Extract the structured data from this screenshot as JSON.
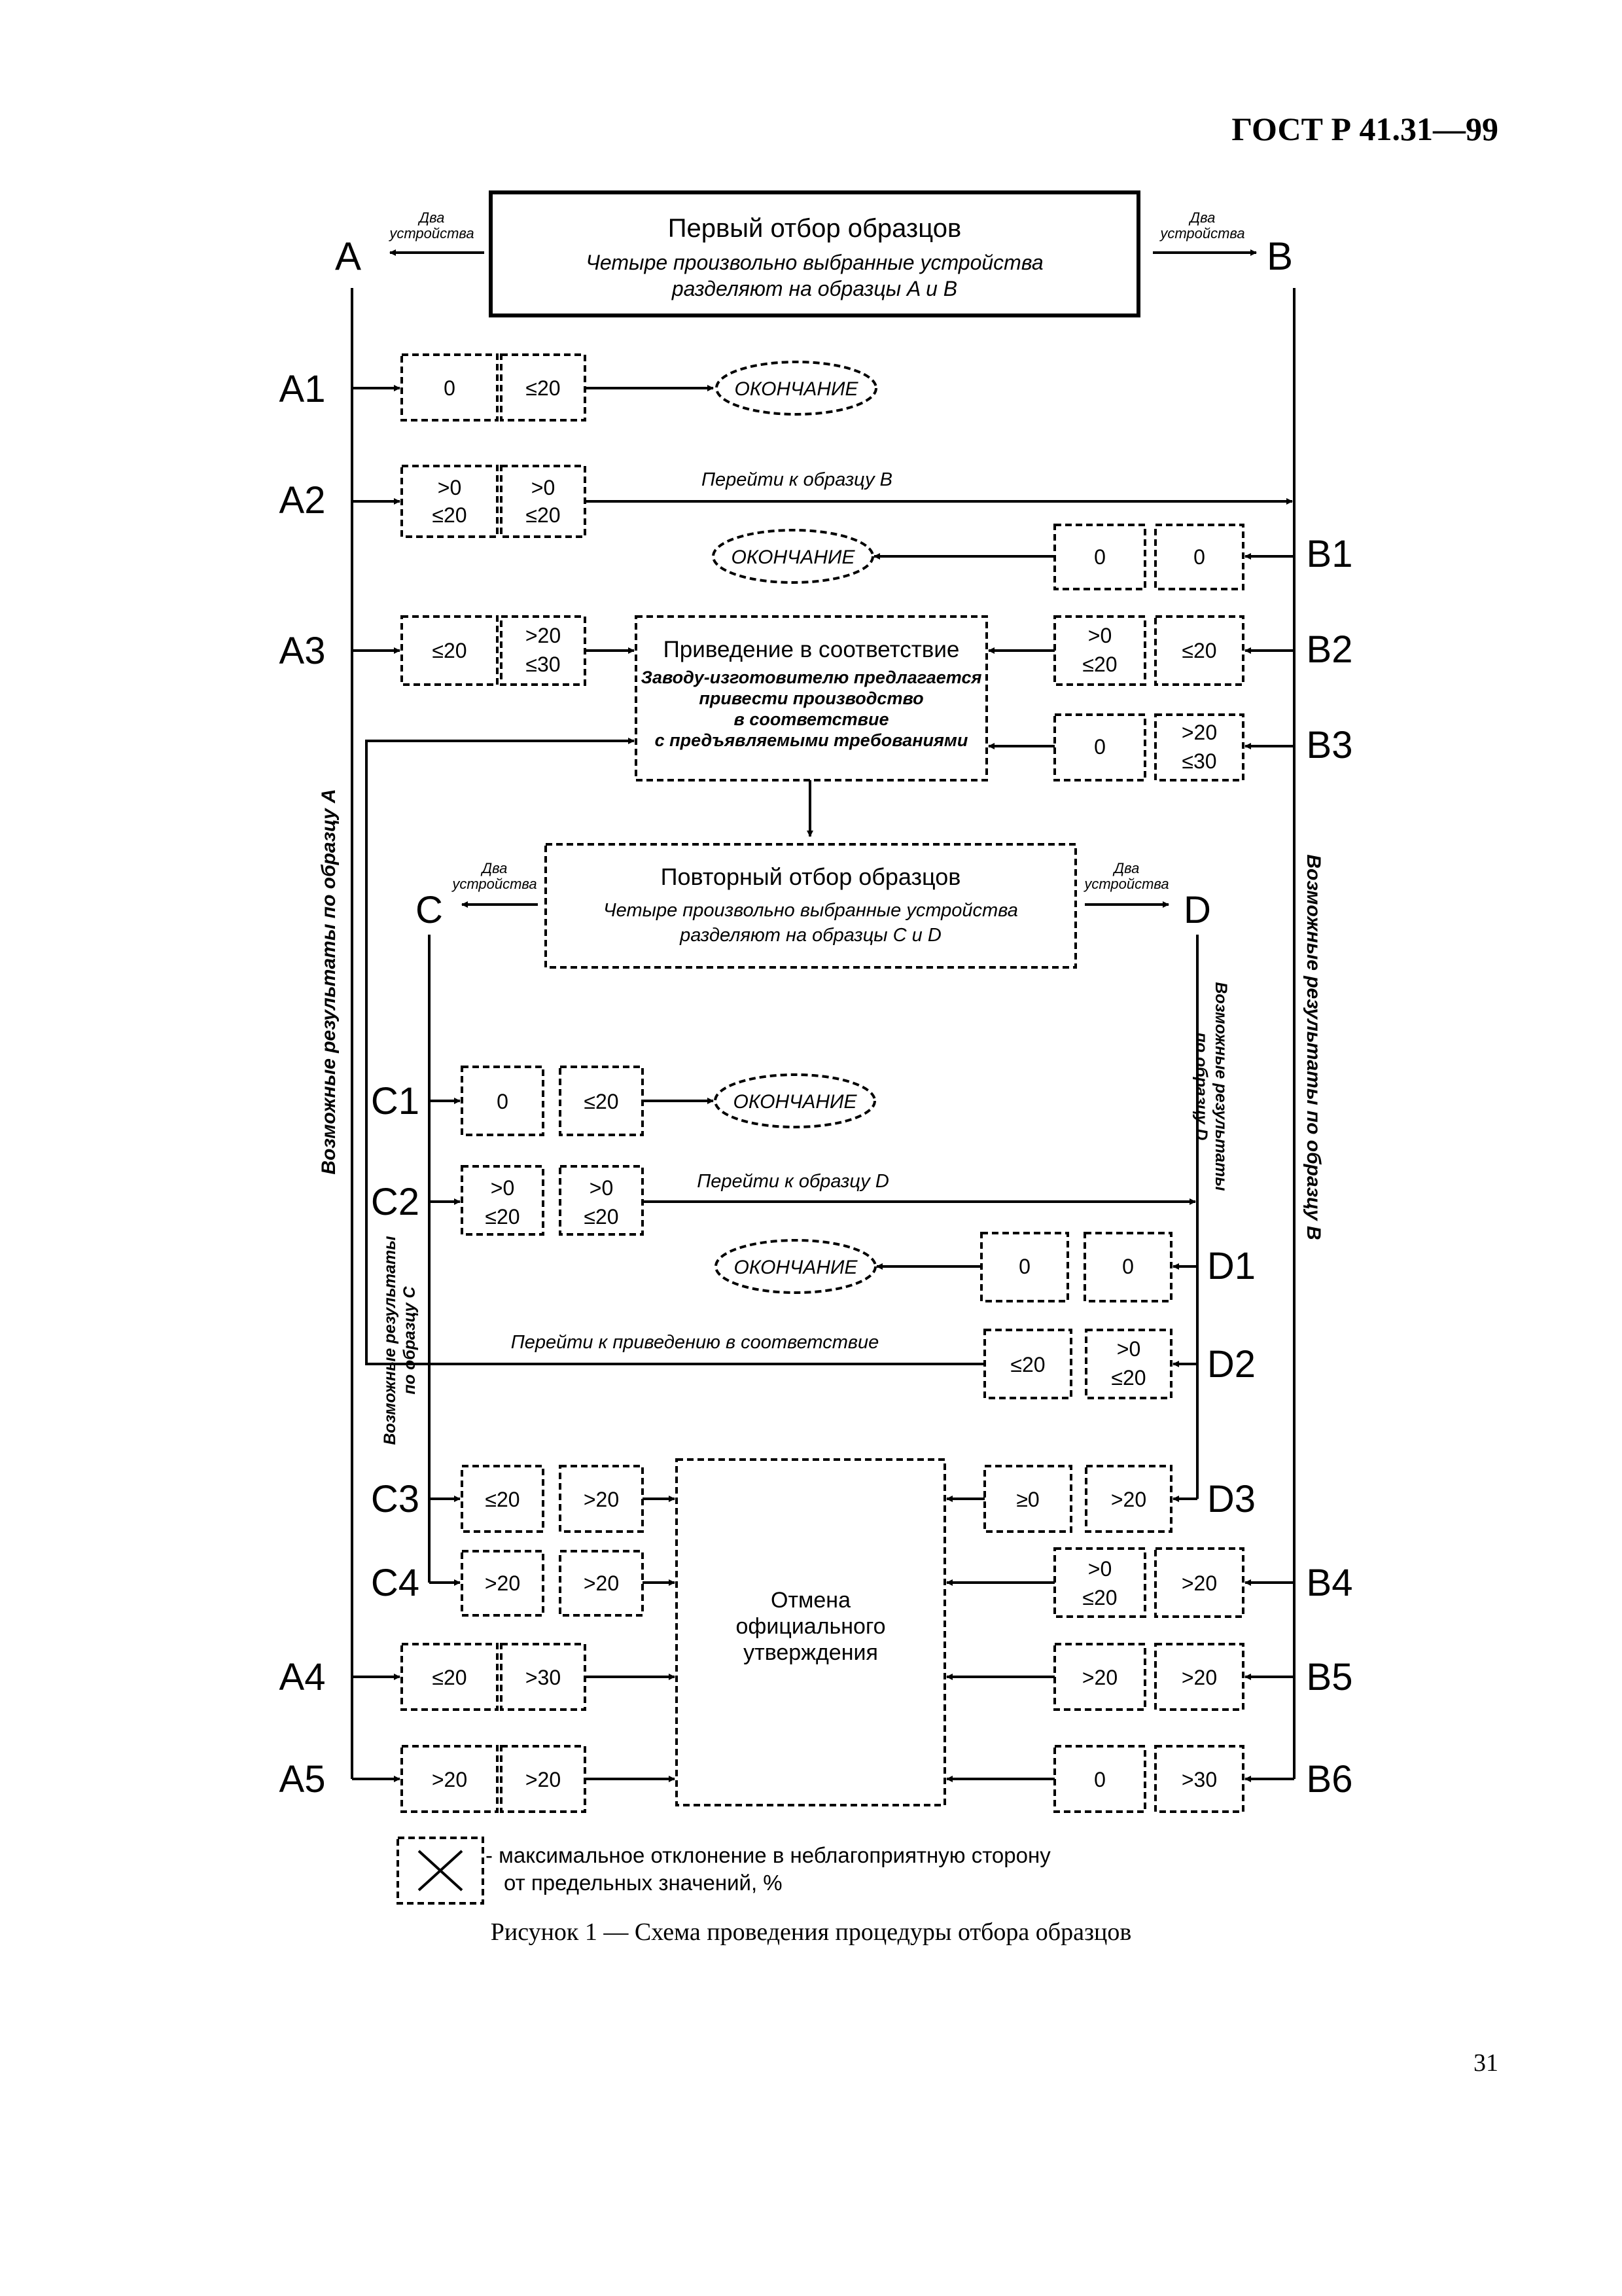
{
  "header": {
    "doc_code": "ГОСТ Р 41.31—99"
  },
  "first_sampling": {
    "title": "Первый отбор образцов",
    "line1": "Четыре произвольно выбранные устройства",
    "line2": "разделяют на образцы A и B"
  },
  "two_devices": {
    "line1": "Два",
    "line2": "устройства"
  },
  "repeat_sampling": {
    "title": "Повторный отбор образцов",
    "line1": "Четыре произвольно выбранные устройства",
    "line2": "разделяют на образцы C и D"
  },
  "conformity": {
    "title": "Приведение в соответствие",
    "line1": "Заводу-изготовителю предлагается",
    "line2": "привести производство",
    "line3": "в соответствие",
    "line4": "с предъявляемыми требованиями"
  },
  "cancel": {
    "line1": "Отмена",
    "line2": "официального",
    "line3": "утверждения"
  },
  "end_label": "ОКОНЧАНИЕ",
  "goto_b": "Перейти к образцу B",
  "goto_d": "Перейти к образцу D",
  "goto_conformity": "Перейти к приведению в соответствие",
  "axis_labels": {
    "A": "A",
    "B": "B",
    "C": "C",
    "D": "D"
  },
  "vertical_labels": {
    "a": "Возможные результаты по образцу A",
    "b": "Возможные результаты по образцу B",
    "c1": "Возможные результаты",
    "c2": "по образцу C",
    "d1": "Возможные результаты",
    "d2": "по образцу D"
  },
  "rows": {
    "A1": {
      "label": "A1",
      "v1": "0",
      "v2": "≤20"
    },
    "A2": {
      "label": "A2",
      "v1a": ">0",
      "v1b": "≤20",
      "v2a": ">0",
      "v2b": "≤20"
    },
    "A3": {
      "label": "A3",
      "v1": "≤20",
      "v2a": ">20",
      "v2b": "≤30"
    },
    "A4": {
      "label": "A4",
      "v1": "≤20",
      "v2": ">30"
    },
    "A5": {
      "label": "A5",
      "v1": ">20",
      "v2": ">20"
    },
    "B1": {
      "label": "B1",
      "v1": "0",
      "v2": "0"
    },
    "B2": {
      "label": "B2",
      "v1a": ">0",
      "v1b": "≤20",
      "v2": "≤20"
    },
    "B3": {
      "label": "B3",
      "v1": "0",
      "v2a": ">20",
      "v2b": "≤30"
    },
    "B4": {
      "label": "B4",
      "v1a": ">0",
      "v1b": "≤20",
      "v2": ">20"
    },
    "B5": {
      "label": "B5",
      "v1": ">20",
      "v2": ">20"
    },
    "B6": {
      "label": "B6",
      "v1": "0",
      "v2": ">30"
    },
    "C1": {
      "label": "C1",
      "v1": "0",
      "v2": "≤20"
    },
    "C2": {
      "label": "C2",
      "v1a": ">0",
      "v1b": "≤20",
      "v2a": ">0",
      "v2b": "≤20"
    },
    "C3": {
      "label": "C3",
      "v1": "≤20",
      "v2": ">20"
    },
    "C4": {
      "label": "C4",
      "v1": ">20",
      "v2": ">20"
    },
    "D1": {
      "label": "D1",
      "v1": "0",
      "v2": "0"
    },
    "D2": {
      "label": "D2",
      "v1": "≤20",
      "v2a": ">0",
      "v2b": "≤20"
    },
    "D3": {
      "label": "D3",
      "v1": "≥0",
      "v2": ">20"
    }
  },
  "legend": {
    "line1": "- максимальное отклонение в неблагоприятную сторону",
    "line2": "от предельных значений, %"
  },
  "caption": "Рисунок 1 — Схема проведения процедуры отбора образцов",
  "page_number": "31"
}
